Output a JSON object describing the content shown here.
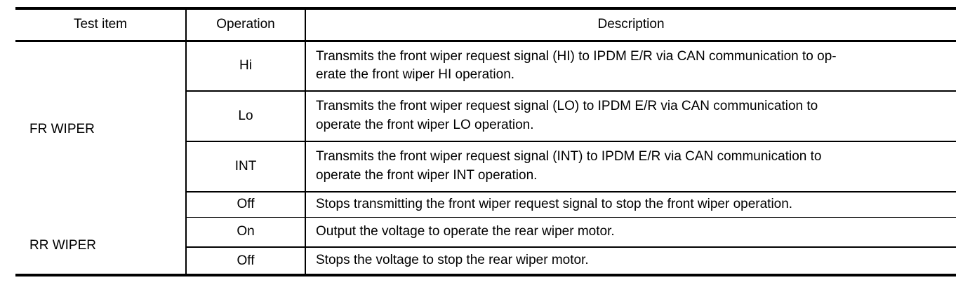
{
  "table": {
    "columns": [
      {
        "label": "Test item"
      },
      {
        "label": "Operation"
      },
      {
        "label": "Description"
      }
    ],
    "groups": [
      {
        "test_item": "FR WIPER",
        "rows": [
          {
            "operation": "Hi",
            "description": "Transmits the front wiper request signal (HI) to IPDM E/R via CAN communication to op-\nerate the front wiper HI operation."
          },
          {
            "operation": "Lo",
            "description": "Transmits the front wiper request signal (LO) to IPDM E/R via CAN communication to\noperate the front wiper LO operation."
          },
          {
            "operation": "INT",
            "description": "Transmits the front wiper request signal (INT) to IPDM E/R via CAN communication to\noperate the front wiper INT operation."
          },
          {
            "operation": "Off",
            "description": "Stops transmitting the front wiper request signal to stop the front wiper operation."
          }
        ]
      },
      {
        "test_item": "RR WIPER",
        "rows": [
          {
            "operation": "On",
            "description": "Output the voltage to operate the rear wiper motor."
          },
          {
            "operation": "Off",
            "description": "Stops the voltage to stop the rear wiper motor."
          }
        ]
      }
    ]
  },
  "colors": {
    "border": "#000000",
    "text": "#000000",
    "background": "#ffffff"
  }
}
